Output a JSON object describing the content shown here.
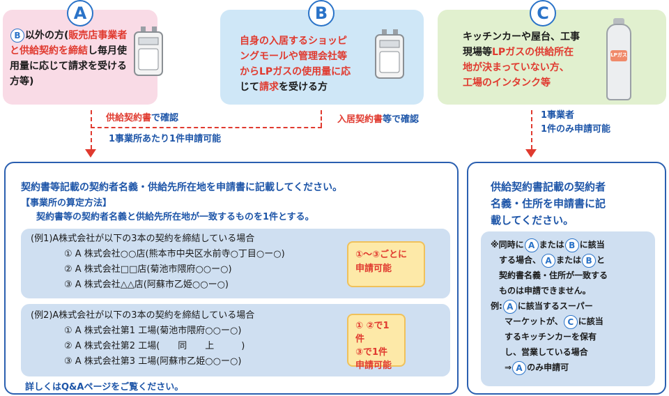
{
  "labels": {
    "a": "A",
    "b": "B",
    "c": "C"
  },
  "box_a": {
    "circle": "B",
    "line1_pre": "以外の方(",
    "line1_red": "販売店事業者",
    "line2_red": "と供給契約を締結",
    "line2_post": "し毎月使",
    "line3": "用量に応じて請求を受ける",
    "line4": "方等)"
  },
  "box_b": {
    "line1": "自身の入居するショッピ",
    "line2": "ングモールや管理会社等",
    "line3": "からLPガスの使用量に応",
    "line4_pre": "じて",
    "line4_red": "請求",
    "line4_post": "を受ける方"
  },
  "box_c": {
    "line1": "キッチンカーや屋台、工事",
    "line2_pre": "現場等",
    "line2_red": "LPガスの供給所在",
    "line3_red": "地が決まっていない方、",
    "line4_red": "工場のインタンク等",
    "tank_label": "LPガス"
  },
  "connectors": {
    "ab_line1_red": "供給契約書",
    "ab_line1_post": "で確認",
    "ab_line2": "1事業所あたり1件申請可能",
    "b_line_red": "入居契約書",
    "b_line_post": "等で確認",
    "c_line1": "1事業者",
    "c_line2": "1件のみ申請可能"
  },
  "main": {
    "heading": "契約書等記載の契約者名義・供給先所在地を申請書に記載してください。",
    "method_title": "【事業所の算定方法】",
    "method_body": "契約書等の契約者名義と供給先所在地が一致するものを1件とする。",
    "ex1": {
      "title": "(例1)A株式会社が以下の3本の契約を締結している場合",
      "items": [
        "① A 株式会社○○店(熊本市中央区水前寺○丁目○ー○)",
        "② A 株式会社□□店(菊池市隈府○○ー○)",
        "③ A 株式会社△△店(阿蘇市乙姫○○ー○)"
      ],
      "note_line1": "①〜③ごとに",
      "note_line2": "申請可能"
    },
    "ex2": {
      "title": "(例2)A株式会社が以下の3本の契約を締結している場合",
      "items": [
        "① A 株式会社第1 工場(菊池市隈府○○ー○)",
        "② A 株式会社第2 工場(　　同　　上　　　)",
        "③ A 株式会社第3 工場(阿蘇市乙姫○○ー○)"
      ],
      "note_line1": "① ②で1件",
      "note_line2": "③で1件",
      "note_line3": "申請可能"
    },
    "footer": "詳しくはQ&Aページをご覧ください。"
  },
  "right": {
    "heading_line1": "供給契約書記載の契約者",
    "heading_line2": "名義・住所を申請書に記",
    "heading_line3": "載してください。",
    "note": {
      "l1_pre": "※同時に",
      "l1_a": "A",
      "l1_mid": "または",
      "l1_b": "B",
      "l1_post": "に該当",
      "l2_pre": "する場合、",
      "l2_a": "A",
      "l2_mid": "または",
      "l2_b": "B",
      "l2_post": "と",
      "l3": "契約書名義・住所が一致する",
      "l4": "ものは申請できません。",
      "l5_pre": "例:",
      "l5_a": "A",
      "l5_post": "に該当するスーパー",
      "l6_pre": "マーケットが、",
      "l6_c": "C",
      "l6_post": "に該当",
      "l7": "するキッチンカーを保有",
      "l8": "し、営業している場合",
      "l9_pre": "⇒",
      "l9_a": "A",
      "l9_post": "のみ申請可"
    }
  },
  "colors": {
    "pink": "#f9dbe6",
    "blue": "#cfe7f7",
    "green": "#e1f0cf",
    "accent": "#2a73c8",
    "red": "#e03a2f"
  },
  "icons": [
    "gas-meter-icon",
    "gas-meter-icon",
    "lp-gas-tank-icon"
  ]
}
